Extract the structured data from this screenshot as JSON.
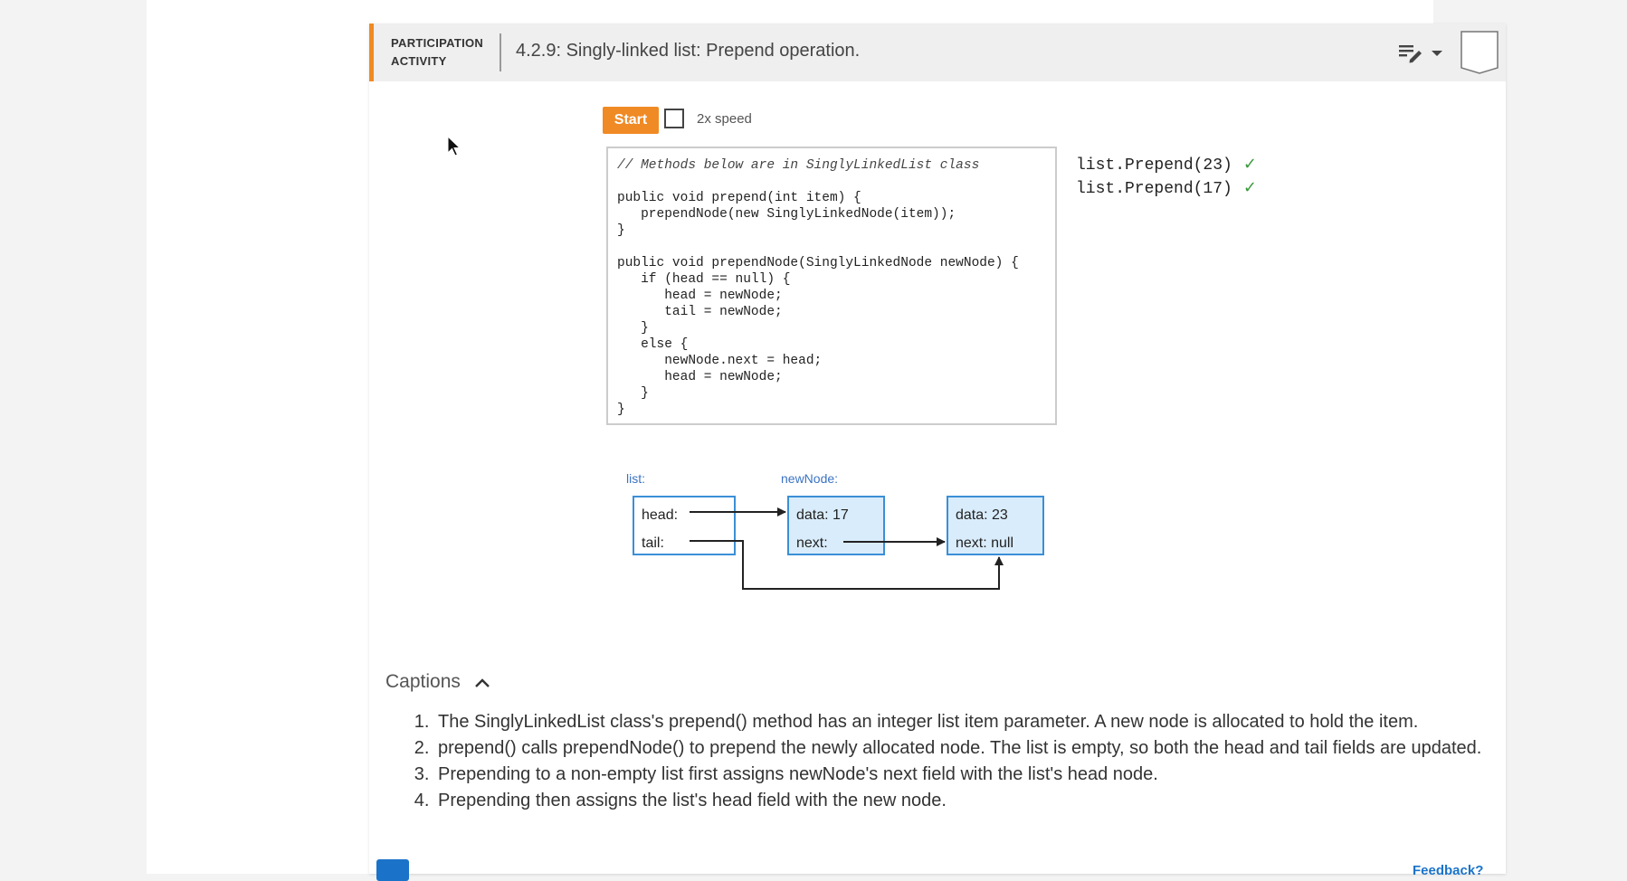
{
  "header": {
    "pa_line1": "PARTICIPATION",
    "pa_line2": "ACTIVITY",
    "title": "4.2.9: Singly-linked list: Prepend operation."
  },
  "controls": {
    "start_label": "Start",
    "speed_label": "2x speed"
  },
  "code": [
    {
      "text": "// Methods below are in SinglyLinkedList class",
      "comment": true
    },
    {
      "text": "",
      "comment": false
    },
    {
      "text": "public void prepend(int item) {",
      "comment": false
    },
    {
      "text": "   prependNode(new SinglyLinkedNode(item));",
      "comment": false
    },
    {
      "text": "}",
      "comment": false
    },
    {
      "text": "",
      "comment": false
    },
    {
      "text": "public void prependNode(SinglyLinkedNode newNode) {",
      "comment": false
    },
    {
      "text": "   if (head == null) {",
      "comment": false
    },
    {
      "text": "      head = newNode;",
      "comment": false
    },
    {
      "text": "      tail = newNode;",
      "comment": false
    },
    {
      "text": "   }",
      "comment": false
    },
    {
      "text": "   else {",
      "comment": false
    },
    {
      "text": "      newNode.next = head;",
      "comment": false
    },
    {
      "text": "      head = newNode;",
      "comment": false
    },
    {
      "text": "   }",
      "comment": false
    },
    {
      "text": "}",
      "comment": false
    }
  ],
  "calls": [
    {
      "text": "list.Prepend(23)",
      "check": "✓"
    },
    {
      "text": "list.Prepend(17)",
      "check": "✓"
    }
  ],
  "diagram": {
    "list_label": "list:",
    "newnode_label": "newNode:",
    "head_label": "head:",
    "tail_label": "tail:",
    "node1_data": "data: 17",
    "node1_next": "next:",
    "node2_data": "data: 23",
    "node2_next": "next: null",
    "colors": {
      "label_blue": "#3b73c4",
      "box_border": "#3b8fd6",
      "box_fill": "#d9ecfb",
      "arrow": "#222222"
    }
  },
  "captions": {
    "title": "Captions",
    "items": [
      "The SinglyLinkedList class's prepend() method has an integer list item parameter. A new node is allocated to hold the item.",
      "prepend() calls prependNode() to prepend the newly allocated node. The list is empty, so both the head and tail fields are updated.",
      "Prepending to a non-empty list first assigns newNode's next field with the list's head node.",
      "Prepending then assigns the list's head field with the new node."
    ]
  },
  "footer": {
    "feedback": "Feedback?"
  }
}
